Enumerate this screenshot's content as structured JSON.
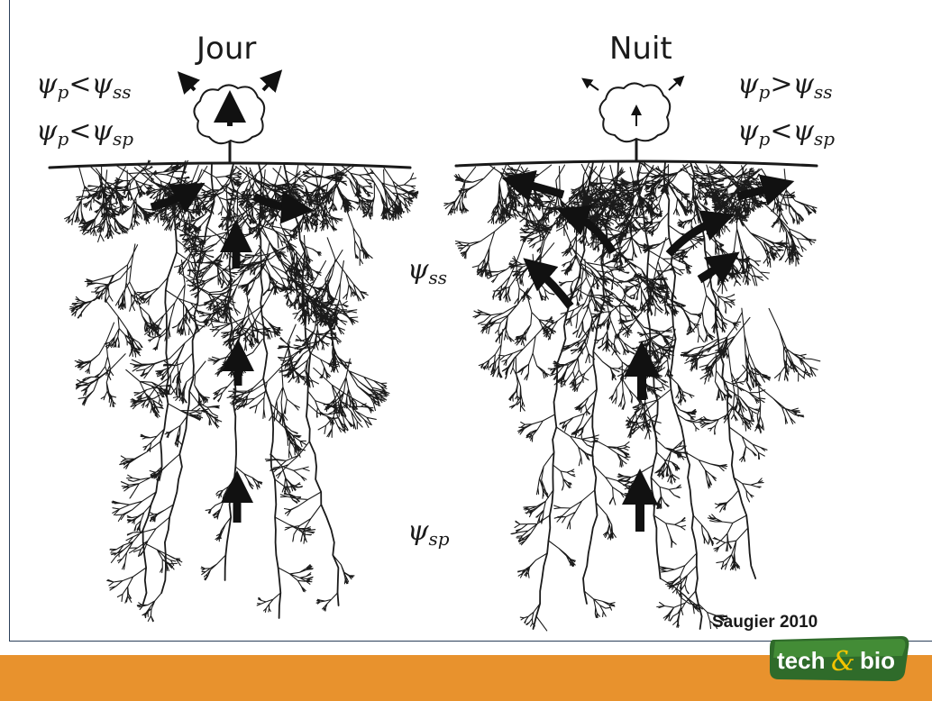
{
  "panels": {
    "day": {
      "title": "Jour",
      "eq1": {
        "psi": "ψ",
        "sub_a": "p",
        "op": "<",
        "psi2": "ψ",
        "sub_b": "ss"
      },
      "eq2": {
        "psi": "ψ",
        "sub_a": "p",
        "op": "<",
        "psi2": "ψ",
        "sub_b": "sp"
      }
    },
    "night": {
      "title": "Nuit",
      "eq1": {
        "psi": "ψ",
        "sub_a": "p",
        "op": ">",
        "psi2": "ψ",
        "sub_b": "ss"
      },
      "eq2": {
        "psi": "ψ",
        "sub_a": "p",
        "op": "<",
        "psi2": "ψ",
        "sub_b": "sp"
      }
    }
  },
  "zones": {
    "surface_soil": {
      "psi": "ψ",
      "sub": "ss"
    },
    "deep_soil": {
      "psi": "ψ",
      "sub": "sp"
    }
  },
  "citation": "Saugier 2010",
  "logo": {
    "text_left": "tech",
    "ampersand": "&",
    "text_right": "bio",
    "color_dark": "#2f6b2a",
    "color_light": "#4c9a3c"
  },
  "colors": {
    "footer": "#e8922d",
    "ink": "#1a1a1a",
    "frame": "#2b3f5a"
  }
}
